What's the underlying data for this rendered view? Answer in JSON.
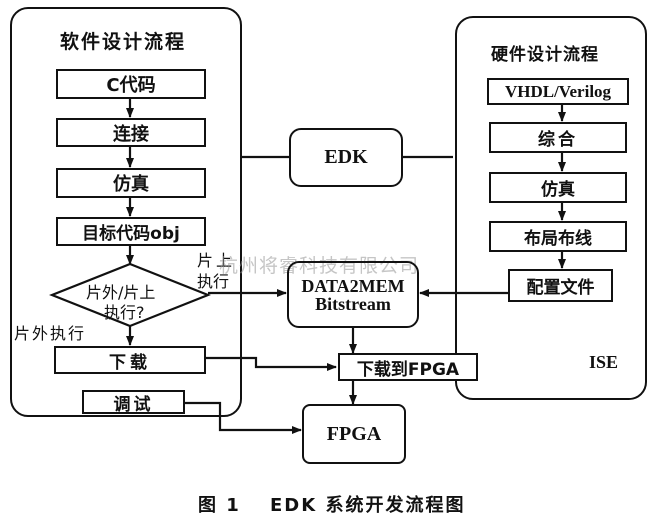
{
  "software_flow": {
    "title": "软件设计流程",
    "steps": [
      "C代码",
      "连接",
      "仿真",
      "目标代码obj"
    ],
    "decision": {
      "line1": "片外/片上",
      "line2": "执行?"
    },
    "onchip_label": {
      "line1": "片上",
      "line2": "执行"
    },
    "offchip_label": "片外执行",
    "download": "下载",
    "debug": "调试"
  },
  "hardware_flow": {
    "title": "硬件设计流程",
    "steps": [
      "VHDL/Verilog",
      "综合",
      "仿真",
      "布局布线",
      "配置文件"
    ],
    "tool_label": "ISE"
  },
  "center": {
    "edk": "EDK",
    "data2mem": {
      "line1": "DATA2MEM",
      "line2": "Bitstream"
    },
    "download_fpga": "下载到FPGA",
    "fpga": "FPGA"
  },
  "watermark": "杭州将睿科技有限公司",
  "caption": {
    "figure": "图 1",
    "text": "EDK 系统开发流程图"
  }
}
